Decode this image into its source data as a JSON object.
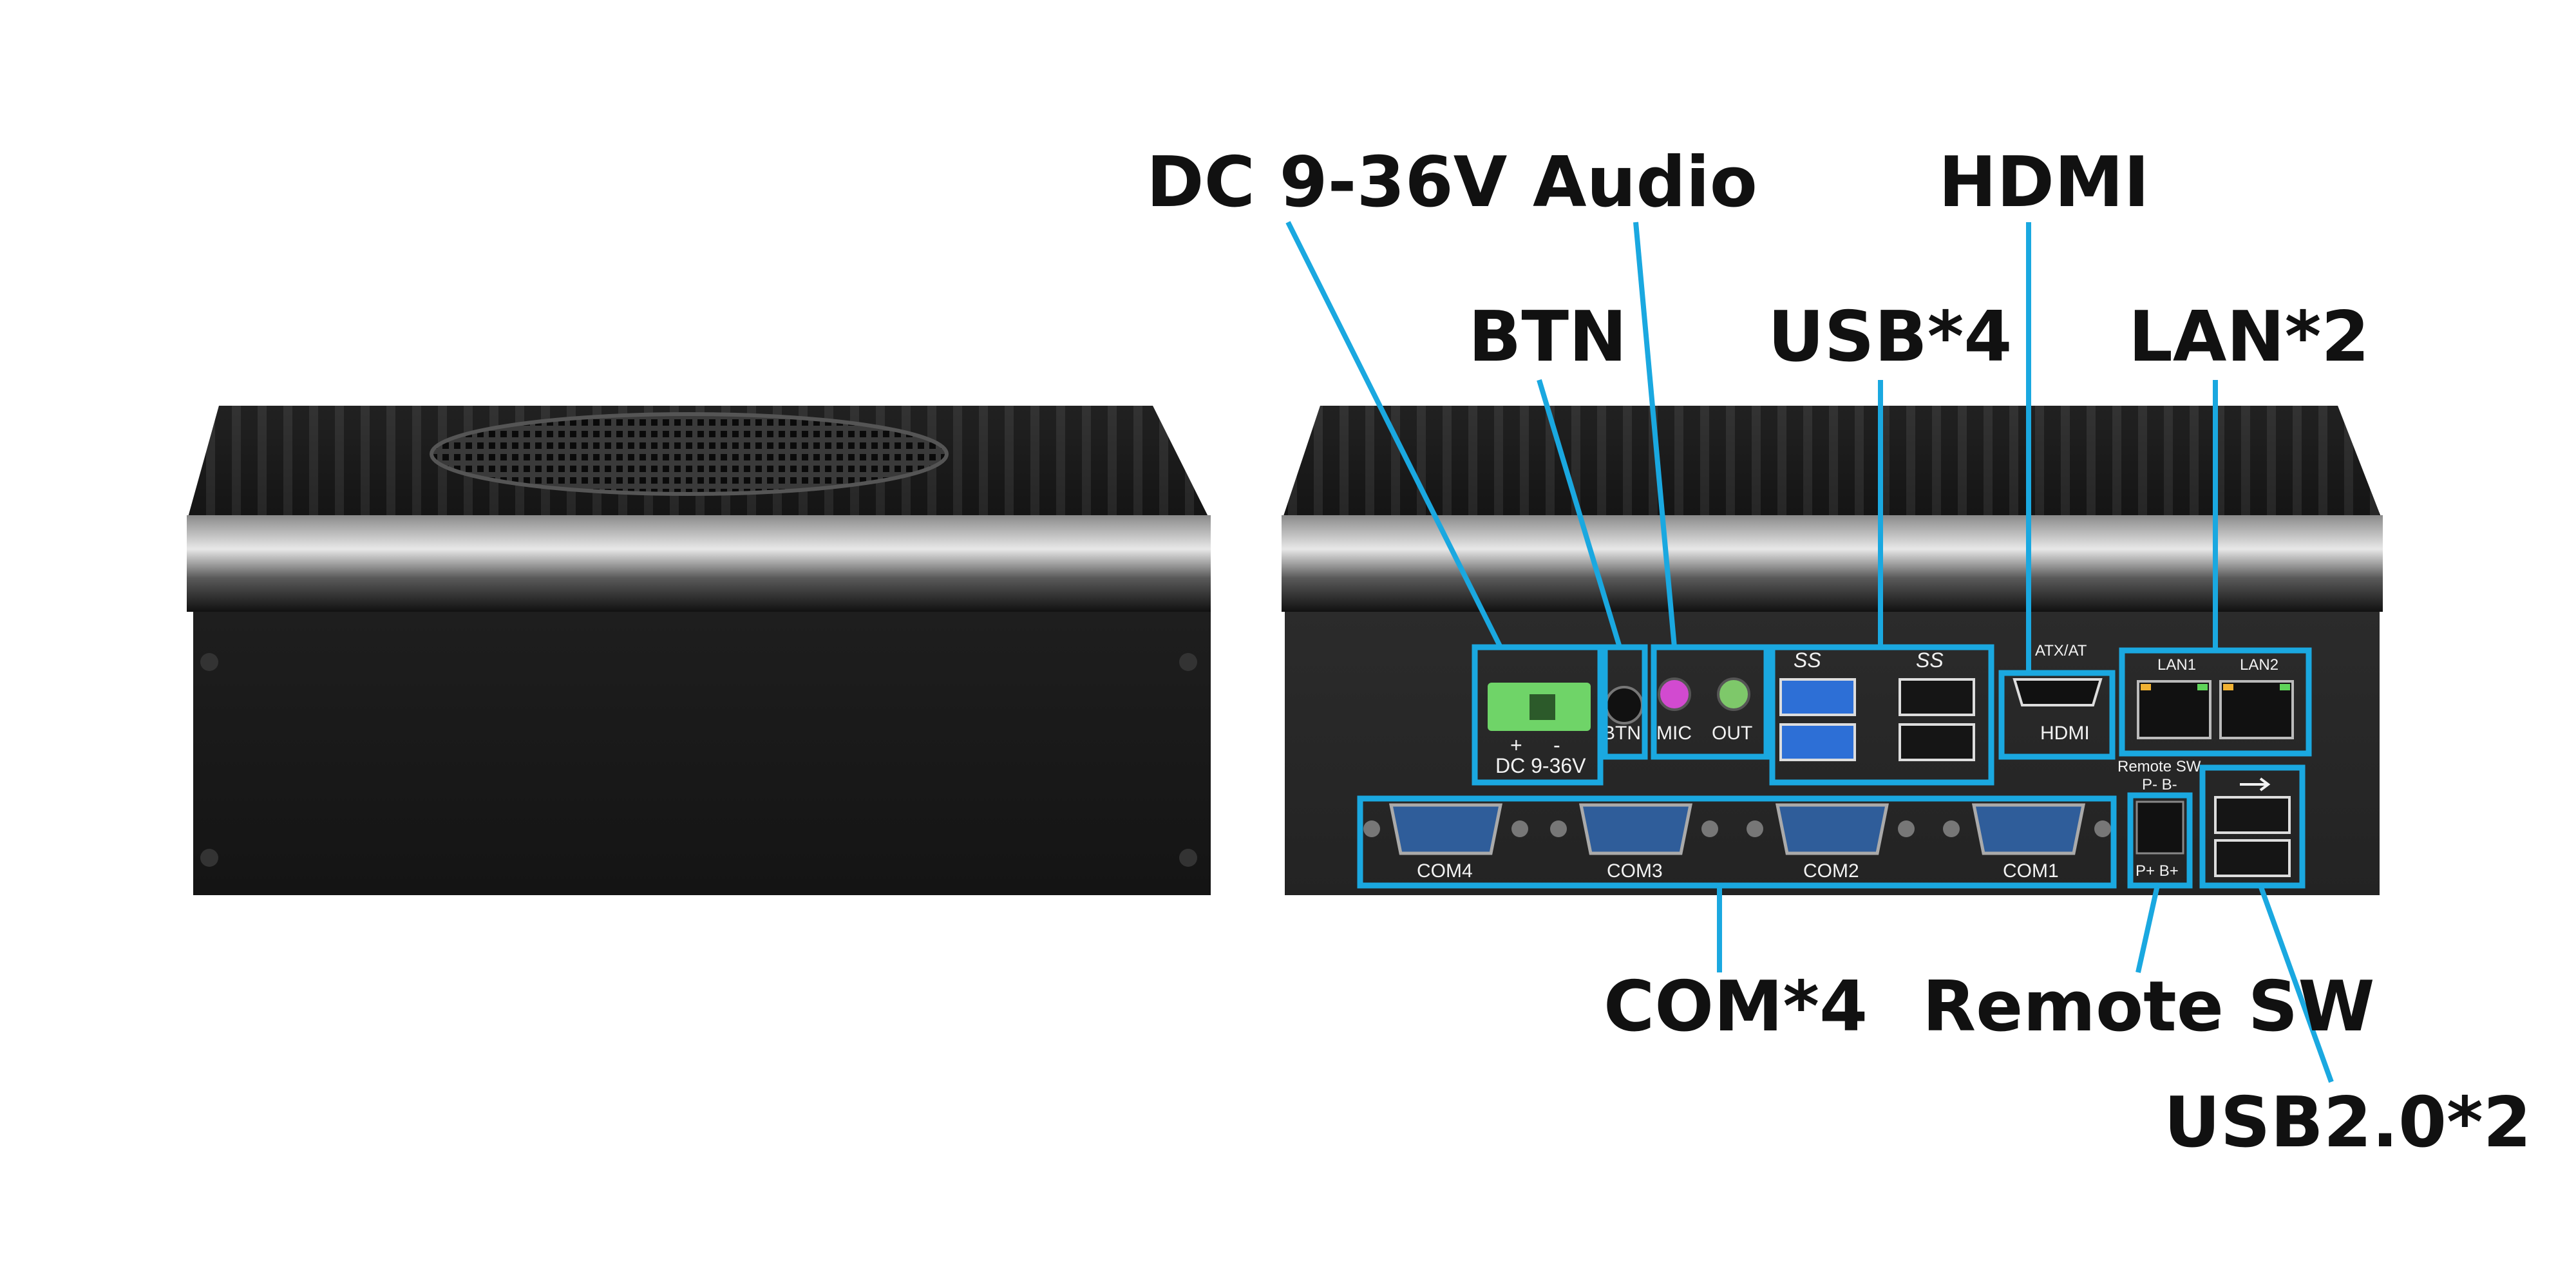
{
  "callouts": {
    "dc": "DC 9-36V",
    "audio": "Audio",
    "hdmi": "HDMI",
    "btn": "BTN",
    "usb4": "USB*4",
    "lan2": "LAN*2",
    "com4": "COM*4",
    "remote_sw": "Remote SW",
    "usb20": "USB2.0*2"
  },
  "panel_labels": {
    "dc_plus": "+",
    "dc_minus": "-",
    "dc_volt": "DC 9-36V",
    "btn": "BTN",
    "mic": "MIC",
    "out": "OUT",
    "atx_at": "ATX/AT",
    "hdmi": "HDMI",
    "lan1": "LAN1",
    "lan2": "LAN2",
    "remote_sw": "Remote SW",
    "p_minus_b_minus": "P-  B-",
    "p_plus_b_plus": "P+  B+",
    "com4": "COM4",
    "com3": "COM3",
    "com2": "COM2",
    "com1": "COM1",
    "ss_logo": "SS"
  },
  "colors": {
    "highlight": "#1aa8e0",
    "chassis": "#1b1b1b",
    "dc_terminal": "#6fd468",
    "serial_port": "#2f5d9a"
  }
}
